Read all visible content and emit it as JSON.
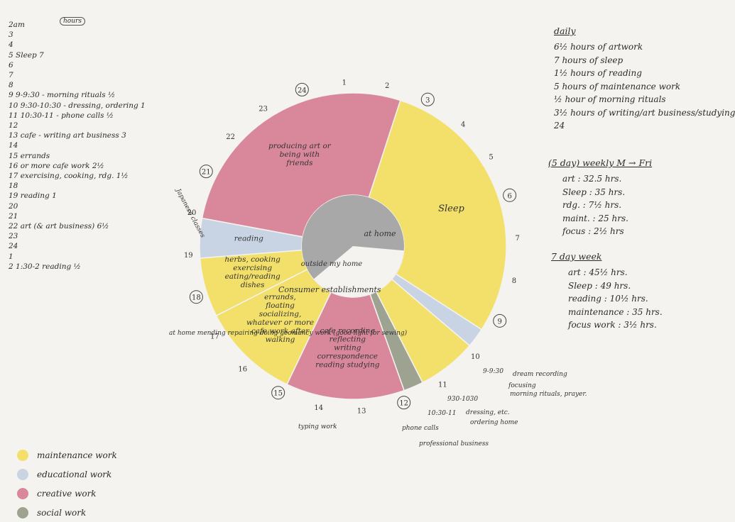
{
  "chart_data": {
    "type": "pie",
    "center_labels": [
      "at home",
      "outside my home"
    ],
    "slices": [
      {
        "label": "Sleep",
        "category": "maintenance work",
        "hours": 7
      },
      {
        "label": "",
        "category": "educational work",
        "hours": 0.5
      },
      {
        "label": "",
        "category": "maintenance work",
        "hours": 1.5
      },
      {
        "label": "",
        "category": "social work",
        "hours": 0.5
      },
      {
        "label": "cafe recording reflecting writing correspondence reading studying",
        "category": "creative work",
        "hours": 3
      },
      {
        "label": "errands, floating socializing, whatever or more cafe work after walking",
        "category": "maintenance work",
        "hours": 2.5
      },
      {
        "label": "herbs, cooking exercising eating/reading dishes",
        "category": "maintenance work",
        "hours": 1.5
      },
      {
        "label": "reading",
        "category": "educational work",
        "hours": 1
      },
      {
        "label": "producing art or being with friends",
        "category": "creative work",
        "hours": 6.5
      }
    ],
    "hour_labels": [
      "1",
      "2",
      "3",
      "4",
      "5",
      "6",
      "7",
      "8",
      "9",
      "10",
      "11",
      "12",
      "13",
      "14",
      "15",
      "16",
      "17",
      "18",
      "19",
      "20",
      "21",
      "22",
      "23",
      "24"
    ],
    "annotations": [
      {
        "text": "Consumer establishments"
      },
      {
        "text": "Japanese classes"
      },
      {
        "text": "9-9:30"
      },
      {
        "text": "dream recording"
      },
      {
        "text": "focusing"
      },
      {
        "text": "morning rituals, prayer."
      },
      {
        "text": "930-1030"
      },
      {
        "text": "dressing, etc."
      },
      {
        "text": "ordering home"
      },
      {
        "text": "10:30-11"
      },
      {
        "text": "phone calls"
      },
      {
        "text": "professional business"
      },
      {
        "text": "typing work"
      },
      {
        "text": "at home mending repairing doing geomancy work (good light for sewing)"
      }
    ],
    "colors": {
      "maintenance work": "#f2e06a",
      "educational work": "#c8d4e4",
      "creative work": "#d9889c",
      "social work": "#9ea391",
      "center": "#a8a8a8"
    }
  },
  "hours_list": {
    "header": "hours",
    "items": [
      "2am",
      "3",
      "4",
      "5  Sleep 7",
      "6",
      "7",
      "8",
      "9  9-9:30 - morning rituals ½",
      "10 9:30-10:30 - dressing, ordering 1",
      "11 10:30-11 - phone calls ½",
      "12",
      "13  cafe - writing art business 3",
      "14",
      "15 errands",
      "16 or more cafe work 2½",
      "17 exercising, cooking, rdg. 1½",
      "18",
      "19 reading 1",
      "20",
      "21",
      "22 art (& art business) 6½",
      "23",
      "24",
      "1",
      "2  1:30-2 reading ½"
    ],
    "side_label": "outside home"
  },
  "daily": {
    "title": "daily",
    "items": [
      "6½ hours of artwork",
      "7 hours of sleep",
      "1½ hours of reading",
      "5 hours of maintenance work",
      "½ hour of morning rituals",
      "3½ hours of writing/art business/studying",
      "24"
    ]
  },
  "weekly5": {
    "title": "(5 day) weekly  M → Fri",
    "items": [
      "art : 32.5 hrs.",
      "Sleep : 35 hrs.",
      "rdg. : 7½ hrs.",
      "maint. : 25 hrs.",
      "focus : 2½ hrs"
    ]
  },
  "weekly7": {
    "title": "7 day week",
    "items": [
      "art : 45½ hrs.",
      "Sleep : 49 hrs.",
      "reading : 10½ hrs.",
      "maintenance : 35 hrs.",
      "focus work : 3½ hrs."
    ]
  },
  "legend": {
    "items": [
      {
        "label": "maintenance work",
        "color": "#f2e06a"
      },
      {
        "label": "educational work",
        "color": "#c8d4e4"
      },
      {
        "label": "creative work",
        "color": "#d9889c"
      },
      {
        "label": "social work",
        "color": "#9ea391"
      }
    ]
  }
}
